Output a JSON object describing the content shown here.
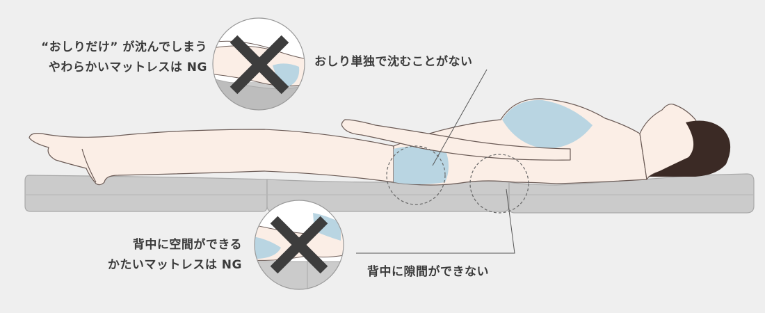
{
  "labels": {
    "soft_ng": {
      "line1": "“おしりだけ” が沈んでしまう",
      "line2": "やわらかいマットレスは NG"
    },
    "hard_ng": {
      "line1": "背中に空間ができる",
      "line2": "かたいマットレスは NG"
    },
    "hip_ok": "おしり単独で沈むことがない",
    "back_ok": "背中に隙間ができない"
  },
  "colors": {
    "background": "#efefef",
    "mattress": "#cbcbcb",
    "mattress_edge": "#a9a9a9",
    "skin": "#fbeee6",
    "outline": "#6a5a55",
    "swimwear": "#b9d5e2",
    "hair": "#3b2a25",
    "cross": "#3d3d3d",
    "leader": "#555555"
  },
  "icons": [
    "cross-mark-icon",
    "cross-mark-icon"
  ]
}
